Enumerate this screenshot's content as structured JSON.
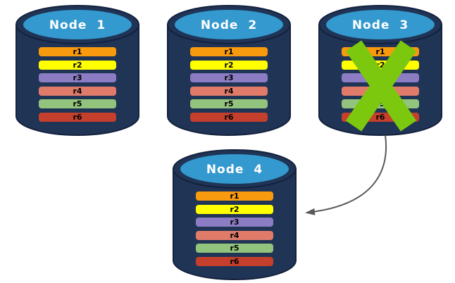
{
  "diagram": {
    "nodes": [
      {
        "label": "Node 1",
        "failed": false
      },
      {
        "label": "Node 2",
        "failed": false
      },
      {
        "label": "Node 3",
        "failed": true
      },
      {
        "label": "Node 4",
        "failed": false
      }
    ],
    "replica_rows": [
      {
        "label": "r1",
        "color": "#F89A0D"
      },
      {
        "label": "r2",
        "color": "#FFFF00"
      },
      {
        "label": "r3",
        "color": "#8C7CC3"
      },
      {
        "label": "r4",
        "color": "#E07B6A"
      },
      {
        "label": "r5",
        "color": "#93C47D"
      },
      {
        "label": "r6",
        "color": "#C5402C"
      }
    ],
    "arrow": {
      "from": "Node 3",
      "to": "Node 4"
    },
    "colors": {
      "cylinder_body": "#203456",
      "cylinder_outline": "#14213D",
      "cylinder_top": "#3399CE",
      "failure_x": "#7CC80F",
      "arrow": "#595959",
      "title_text": "#FFFFFF",
      "row_text": "#000000",
      "background": "#FFFFFF"
    }
  }
}
